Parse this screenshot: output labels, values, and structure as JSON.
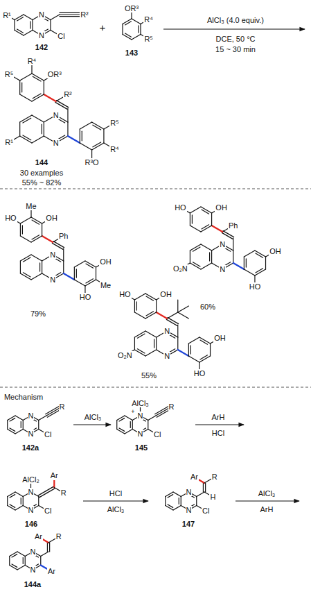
{
  "diagram": {
    "labels": [
      "R¹",
      "N",
      "N",
      "Cl",
      "R²",
      "142",
      "+",
      "OR³",
      "R⁴",
      "R⁵",
      "143",
      "AlCl₃ (4.0 equiv.)",
      "DCE, 50 °C",
      "15 ~ 30 min",
      "R⁴",
      "R⁵",
      "OR³",
      "R²",
      "N",
      "R⁵",
      "R¹",
      "N",
      "R⁴",
      "R³O",
      "144",
      "30 examples",
      "55% ~ 82%",
      "Me",
      "OH",
      "HO",
      "Ph",
      "N",
      "OH",
      "N",
      "Me",
      "HO",
      "79%",
      "OH",
      "HO",
      "Ph",
      "N",
      "OH",
      "O₂N",
      "N",
      "HO",
      "60%",
      "HO",
      "OH",
      "N",
      "OH",
      "O₂N",
      "N",
      "HO",
      "55%",
      "Mechanism",
      "R",
      "N",
      "N",
      "Cl",
      "142a",
      "AlCl₃",
      "AlCl₃",
      "R",
      "N",
      "+",
      "N",
      "Cl",
      "145",
      "ArH",
      "HCl",
      "AlCl₂",
      "Ar",
      "N",
      "R",
      "N",
      "Cl",
      "146",
      "HCl",
      "AlCl₃",
      "Ar",
      "R",
      "N",
      "H",
      "N",
      "Cl",
      "147",
      "AlCl₃",
      "ArH",
      "Ar",
      "R",
      "N",
      "N",
      "Ar",
      "144a"
    ]
  }
}
